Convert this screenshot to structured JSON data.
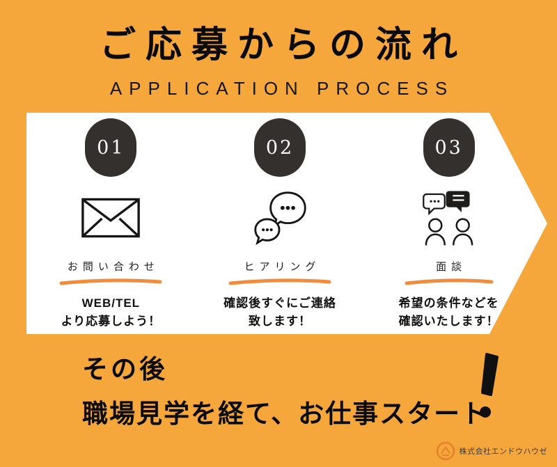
{
  "header": {
    "title": "ご応募からの流れ",
    "subtitle": "APPLICATION PROCESS"
  },
  "steps": [
    {
      "number": "01",
      "icon": "envelope-icon",
      "label": "お問い合わせ",
      "desc": [
        "WEB/TEL",
        "より応募しよう！"
      ]
    },
    {
      "number": "02",
      "icon": "chat-bubbles-icon",
      "label": "ヒアリング",
      "desc": [
        "確認後すぐにご連絡",
        "致します！"
      ]
    },
    {
      "number": "03",
      "icon": "interview-icon",
      "label": "面談",
      "desc": [
        "希望の条件などを",
        "確認いたします！"
      ]
    }
  ],
  "footer": {
    "line1": "その後",
    "line2": "職場見学を経て、お仕事スタート",
    "exclamation": "!",
    "company": "株式会社エンドウハウゼ"
  },
  "colors": {
    "background": "#F5A73C",
    "badge": "#33302D",
    "banner": "#FFFFFF",
    "underline": "#EF8C3E",
    "logo": "#E5822B",
    "text": "#111111"
  }
}
